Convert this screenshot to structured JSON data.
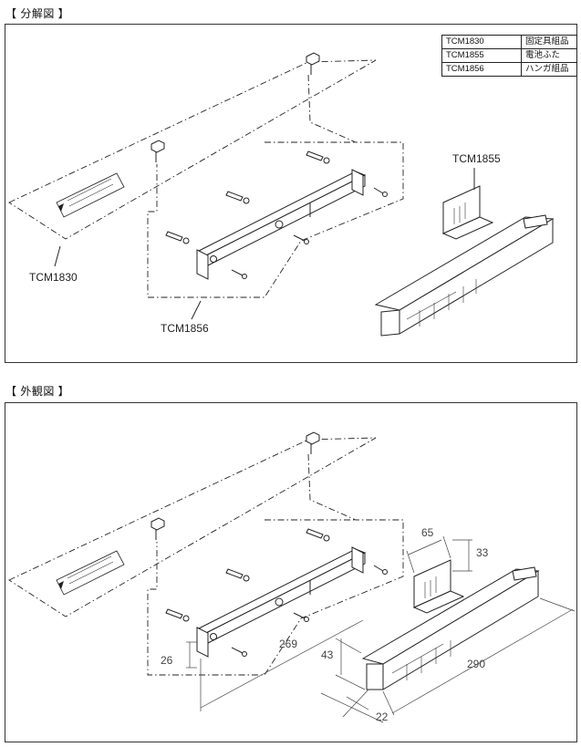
{
  "sections": {
    "exploded": {
      "title": "【 分解図 】"
    },
    "exterior": {
      "title": "【 外観図 】"
    }
  },
  "parts_table": [
    {
      "code": "TCM1830",
      "name": "固定具組品"
    },
    {
      "code": "TCM1855",
      "name": "電池ふた"
    },
    {
      "code": "TCM1856",
      "name": "ハンガ組品"
    }
  ],
  "exploded_labels": {
    "tcm1830": "TCM1830",
    "tcm1855": "TCM1855",
    "tcm1856": "TCM1856"
  },
  "dimensions": {
    "cover_width": "65",
    "cover_height": "33",
    "hanger_height": "26",
    "hanger_length": "269",
    "unit_height": "43",
    "unit_length": "290",
    "unit_depth": "22"
  }
}
